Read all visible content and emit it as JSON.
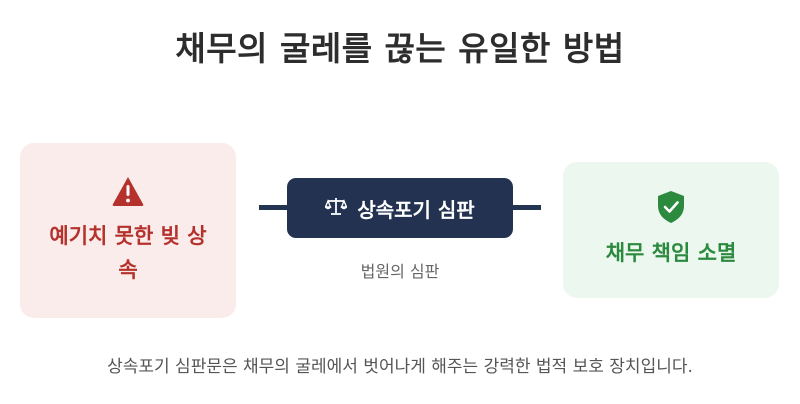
{
  "title": "채무의 굴레를 끊는 유일한 방법",
  "left_card": {
    "icon": "warning-triangle-icon",
    "text": "예기치 못한 빚 상속",
    "color": "#b5322c",
    "background": "#fbecec"
  },
  "center": {
    "icon": "scale-icon",
    "label": "상속포기 심판",
    "caption": "법원의 심판",
    "background": "#223250"
  },
  "right_card": {
    "icon": "shield-check-icon",
    "text": "채무 책임 소멸",
    "color": "#2c8a3f",
    "background": "#ecf8ef"
  },
  "footer": "상속포기 심판문은 채무의 굴레에서 벗어나게 해주는 강력한 법적 보호 장치입니다."
}
